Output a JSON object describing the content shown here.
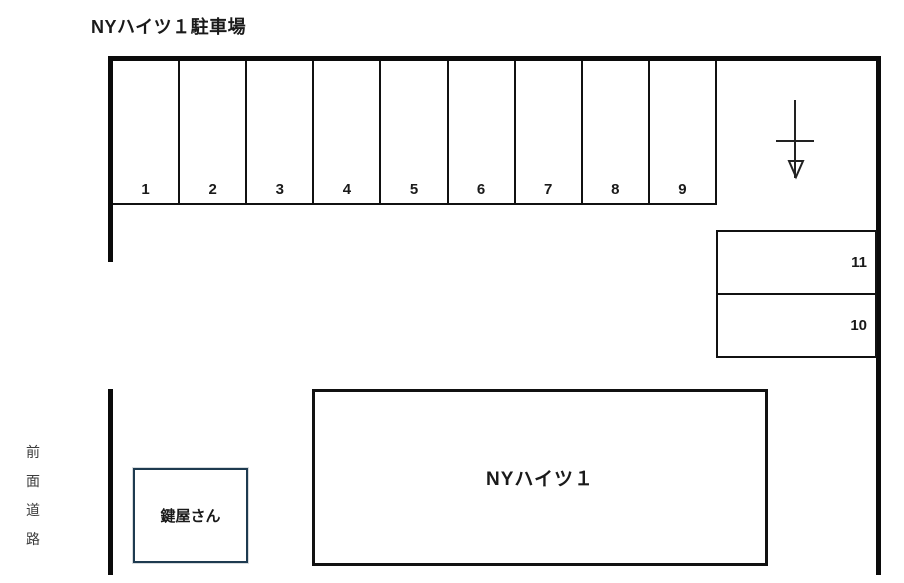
{
  "page": {
    "title": "NYハイツ１駐車場"
  },
  "road": {
    "label": "前面道路",
    "chars": [
      "前",
      "面",
      "道",
      "路"
    ]
  },
  "parking": {
    "row_stalls": [
      {
        "number": "1"
      },
      {
        "number": "2"
      },
      {
        "number": "3"
      },
      {
        "number": "4"
      },
      {
        "number": "5"
      },
      {
        "number": "6"
      },
      {
        "number": "7"
      },
      {
        "number": "8"
      },
      {
        "number": "9"
      }
    ],
    "side_stalls": [
      {
        "number": "11"
      },
      {
        "number": "10"
      }
    ]
  },
  "buildings": {
    "main_label": "NYハイツ１",
    "shop_label": "鍵屋さん"
  },
  "icons": {
    "utility_pole": "utility-pole-icon"
  },
  "colors": {
    "line": "#111111",
    "shop_border": "#1e3a50",
    "text": "#1a1a1a",
    "road_text": "#3c3c3c",
    "background": "#ffffff"
  }
}
